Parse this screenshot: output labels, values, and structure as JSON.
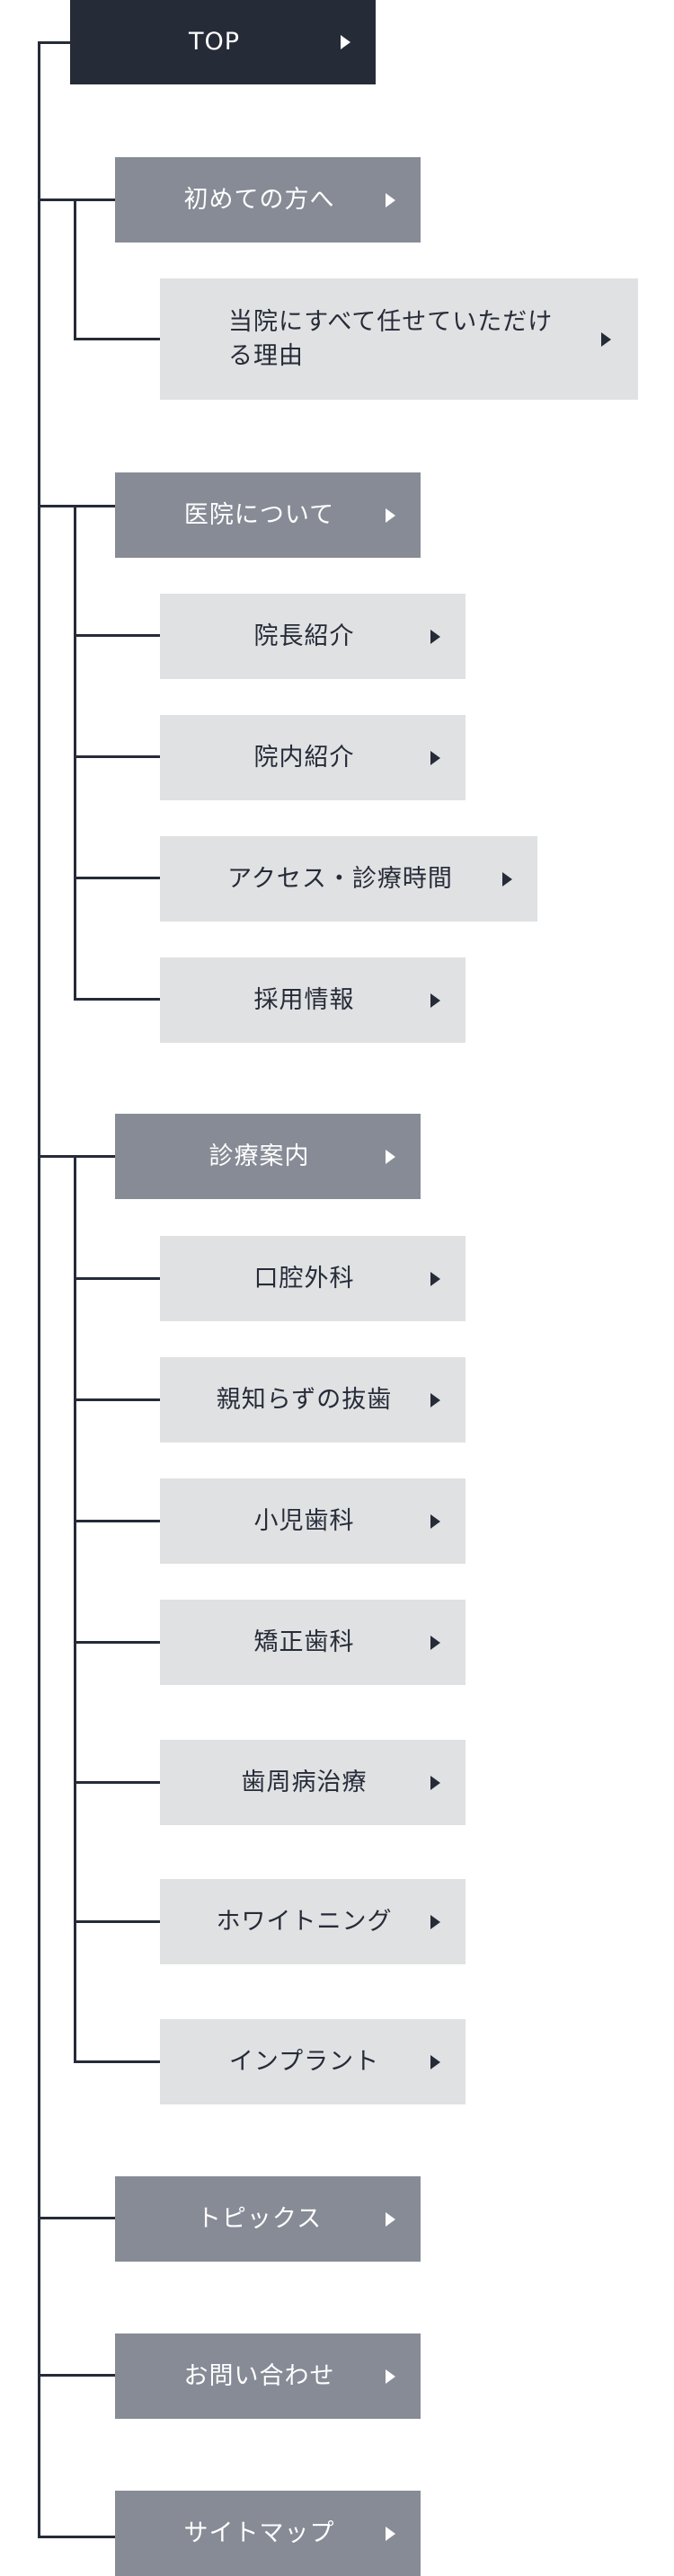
{
  "sitemap": {
    "top": {
      "label": "TOP"
    },
    "first_visit": {
      "label": "初めての方へ",
      "children": [
        "当院にすべて任せていただける理由"
      ]
    },
    "about_clinic": {
      "label": "医院について",
      "children": [
        "院長紹介",
        "院内紹介",
        "アクセス・診療時間",
        "採用情報"
      ]
    },
    "treatments": {
      "label": "診療案内",
      "children": [
        "口腔外科",
        "親知らずの抜歯",
        "小児歯科",
        "矯正歯科",
        "歯周病治療",
        "ホワイトニング",
        "インプラント"
      ]
    },
    "topics": {
      "label": "トピックス"
    },
    "contact": {
      "label": "お問い合わせ"
    },
    "sitemap_page": {
      "label": "サイトマップ"
    }
  },
  "colors": {
    "dark": "#262b38",
    "level1": "#878b96",
    "level2": "#e0e1e3"
  }
}
